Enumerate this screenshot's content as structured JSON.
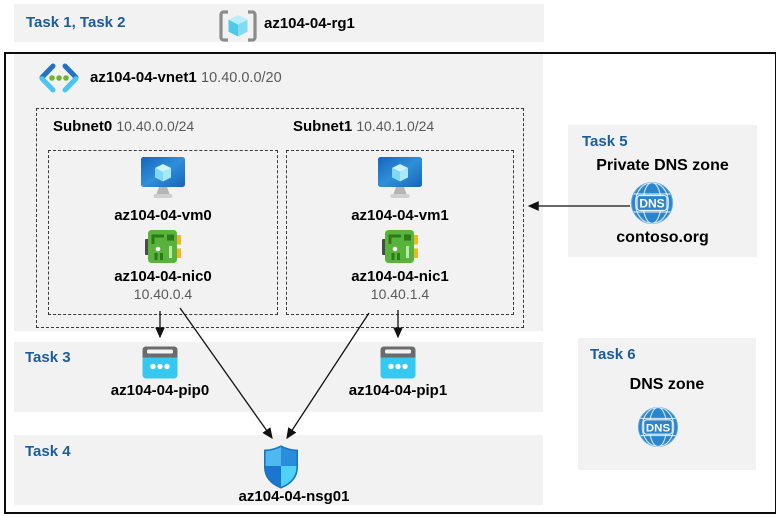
{
  "header": {
    "tasks_label": "Task 1, Task 2",
    "resource_group": "az104-04-rg1"
  },
  "vnet": {
    "name": "az104-04-vnet1",
    "cidr": "10.40.0.0/20",
    "subnets": [
      {
        "name": "Subnet0",
        "cidr": "10.40.0.0/24",
        "vm": "az104-04-vm0",
        "nic": "az104-04-nic0",
        "ip": "10.40.0.4"
      },
      {
        "name": "Subnet1",
        "cidr": "10.40.1.0/24",
        "vm": "az104-04-vm1",
        "nic": "az104-04-nic1",
        "ip": "10.40.1.4"
      }
    ]
  },
  "task3": {
    "label": "Task 3",
    "pips": [
      "az104-04-pip0",
      "az104-04-pip1"
    ]
  },
  "task4": {
    "label": "Task 4",
    "nsg": "az104-04-nsg01"
  },
  "task5": {
    "label": "Task 5",
    "title": "Private DNS zone",
    "zone_name": "contoso.org",
    "icon_text": "DNS"
  },
  "task6": {
    "label": "Task 6",
    "title": "DNS zone",
    "icon_text": "DNS"
  },
  "colors": {
    "accent_blue": "#1c5c9c",
    "band_gray": "#f2f2f2",
    "secondary_text": "#595959",
    "arrow": "#111111",
    "dns_blue": "#2b85cc",
    "nic_green": "#57b33c",
    "pip_cyan": "#35c8f0"
  }
}
